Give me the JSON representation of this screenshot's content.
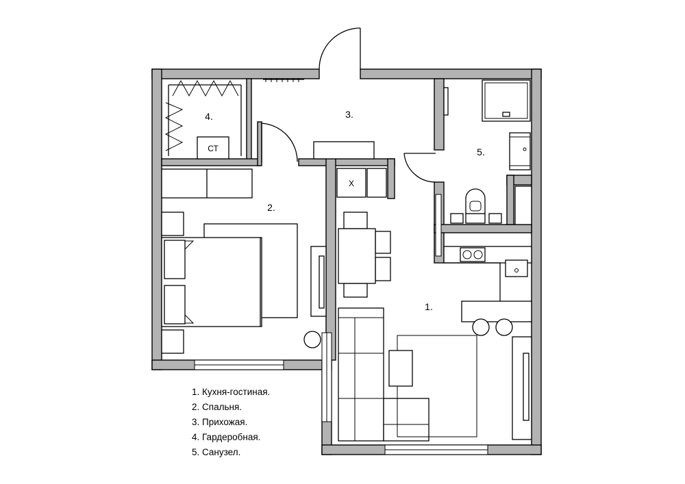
{
  "plan": {
    "room_labels": {
      "kitchen_living": "1.",
      "bedroom": "2.",
      "hallway": "3.",
      "wardrobe": "4.",
      "bathroom": "5."
    },
    "fixture_labels": {
      "wardrobe_table": "СТ",
      "fridge": "Х"
    }
  },
  "legend": {
    "items": [
      "1. Кухня-гостиная.",
      "2. Спальня.",
      "3. Прихожая.",
      "4. Гардеробная.",
      "5. Санузел."
    ]
  }
}
